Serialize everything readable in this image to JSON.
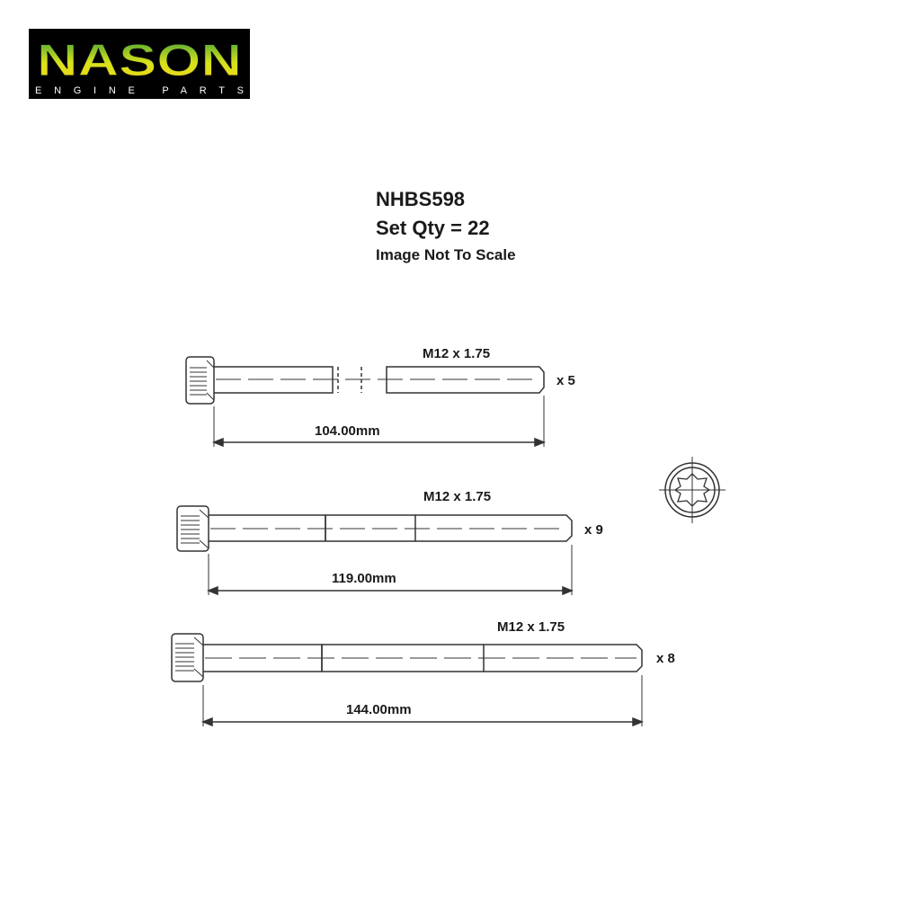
{
  "brand": {
    "name": "NASON",
    "tagline": "ENGINE PARTS"
  },
  "header": {
    "part_number": "NHBS598",
    "set_qty": "Set Qty = 22",
    "scale_note": "Image Not To Scale"
  },
  "bolts": [
    {
      "thread": "M12 x 1.75",
      "length": "104.00mm",
      "qty": "x 5"
    },
    {
      "thread": "M12 x 1.75",
      "length": "119.00mm",
      "qty": "x 9"
    },
    {
      "thread": "M12 x 1.75",
      "length": "144.00mm",
      "qty": "x 8"
    }
  ]
}
